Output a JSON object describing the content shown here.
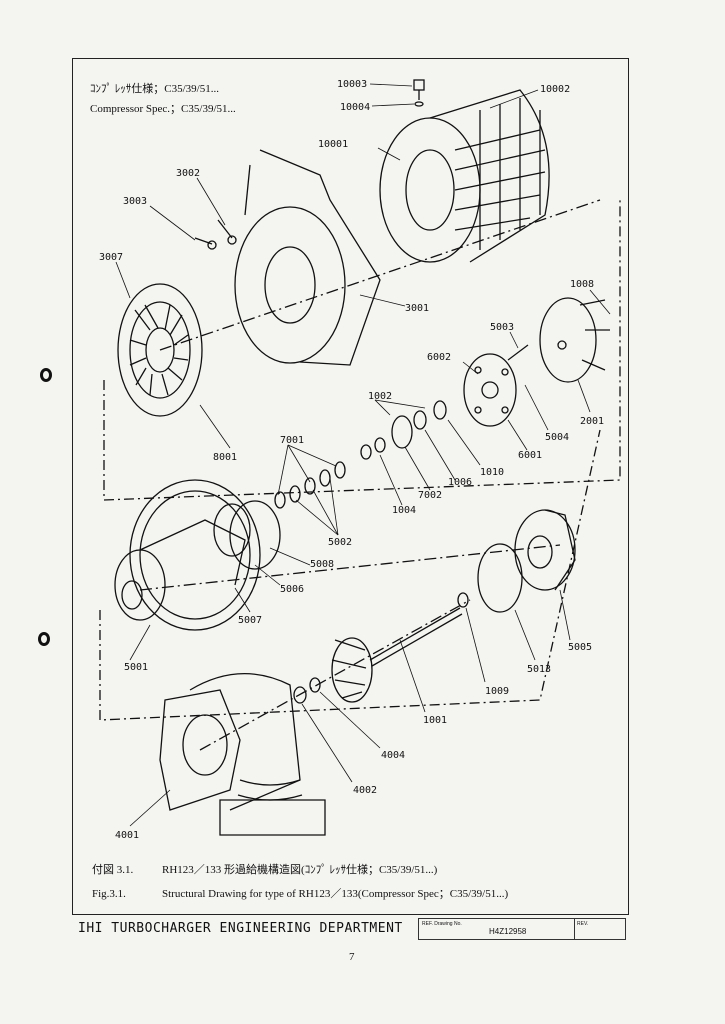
{
  "header": {
    "line1": "ｺﾝﾌﾟ ﾚｯｻ仕様；C35/39/51...",
    "line2": "Compressor Spec.；C35/39/51..."
  },
  "labels": {
    "p10003": "10003",
    "p10004": "10004",
    "p10002": "10002",
    "p10001": "10001",
    "p3002": "3002",
    "p3003": "3003",
    "p3007": "3007",
    "p3001": "3001",
    "p1008": "1008",
    "p5003": "5003",
    "p6002": "6002",
    "p2001": "2001",
    "p5004": "5004",
    "p6001": "6001",
    "p1002": "1002",
    "p1010": "1010",
    "p1006": "1006",
    "p7002": "7002",
    "p1004": "1004",
    "p7001": "7001",
    "p8001": "8001",
    "p5002": "5002",
    "p5008": "5008",
    "p5006": "5006",
    "p5007": "5007",
    "p5001": "5001",
    "p5005": "5005",
    "p5013": "5013",
    "p1009": "1009",
    "p1001": "1001",
    "p4004": "4004",
    "p4002": "4002",
    "p4001": "4001"
  },
  "caption": {
    "jp_num": "付図 3.1.",
    "jp_text": "RH123／133 形過給機構造図(ｺﾝﾌﾟ ﾚｯｻ仕様；C35/39/51...)",
    "en_num": "Fig.3.1.",
    "en_text": "Structural Drawing for type of RH123／133(Compressor Spec；C35/39/51...)"
  },
  "footer": {
    "department": "IHI TURBOCHARGER ENGINEERING DEPARTMENT",
    "ref_key": "REF. Drawing No.",
    "ref_value": "H4Z12958",
    "rev_key": "REV."
  },
  "page_number": "7"
}
